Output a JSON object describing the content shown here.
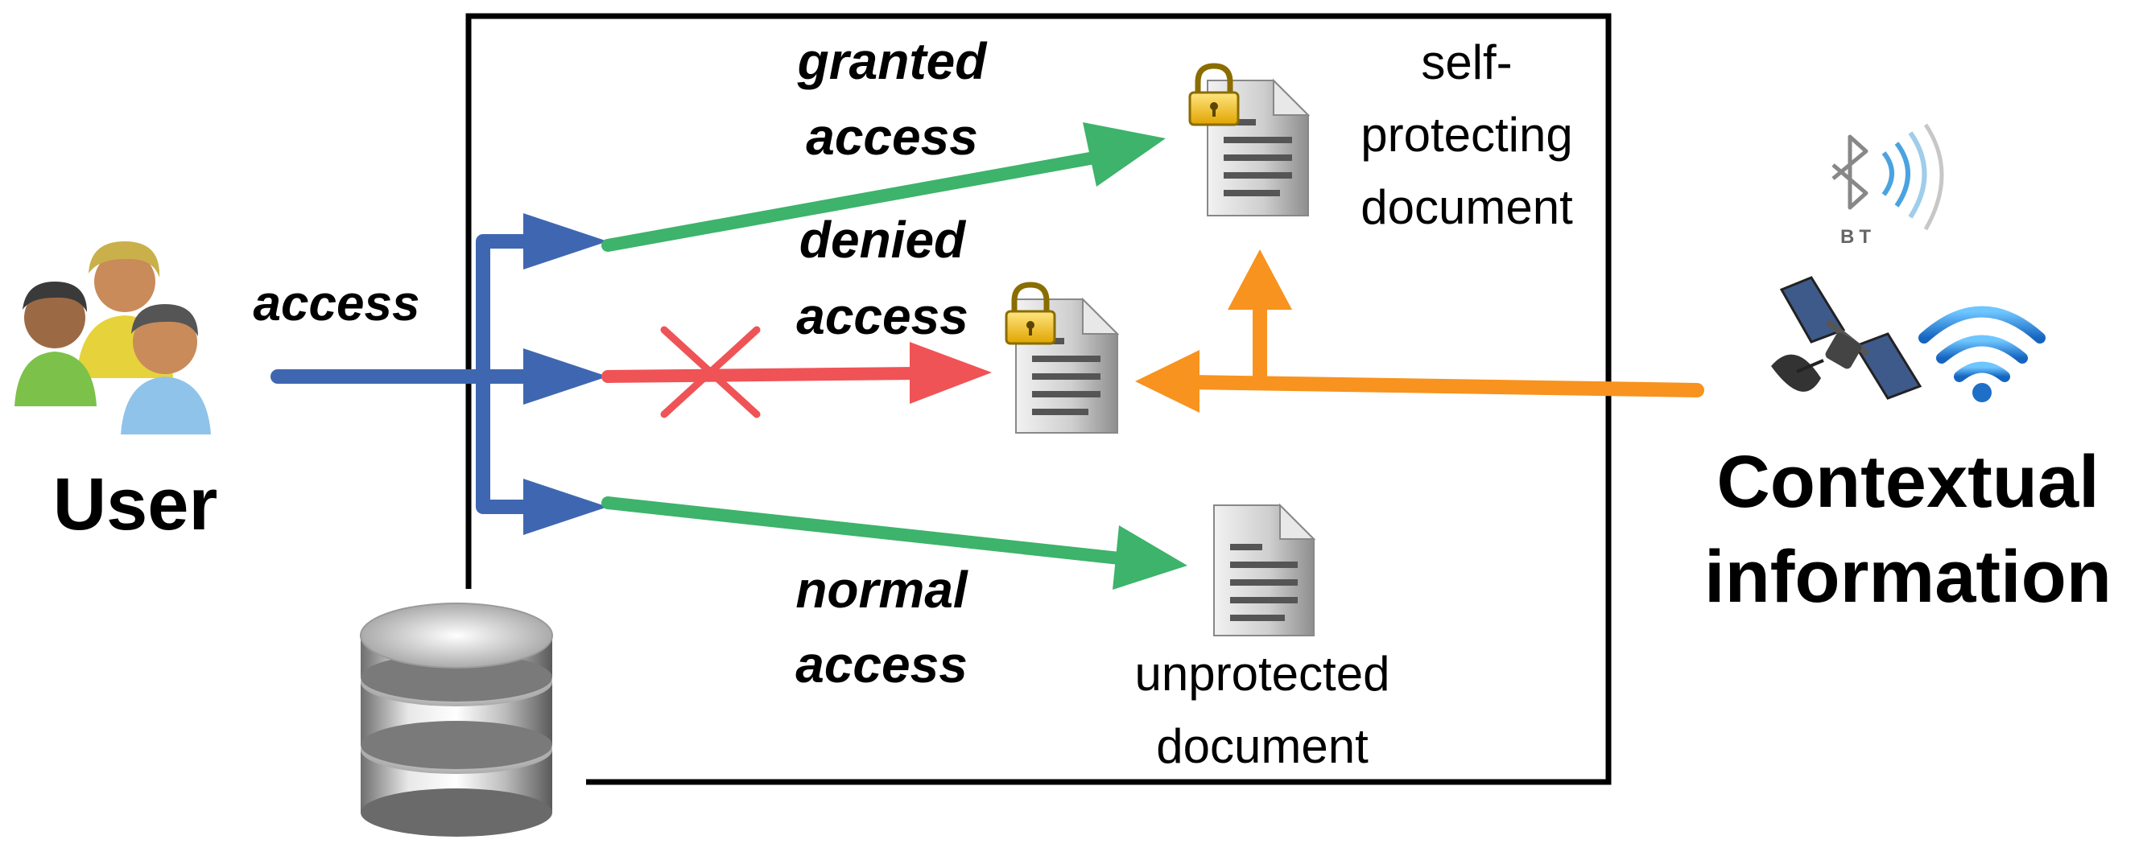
{
  "user": {
    "label": "User",
    "access_label": "access"
  },
  "branches": {
    "granted": {
      "line1": "granted",
      "line2": "access"
    },
    "denied": {
      "line1": "denied",
      "line2": "access"
    },
    "normal": {
      "line1": "normal",
      "line2": "access"
    }
  },
  "documents": {
    "protected": {
      "line1": "self-",
      "line2": "protecting",
      "line3": "document"
    },
    "unprotected": {
      "line1": "unprotected",
      "line2": "document"
    }
  },
  "context": {
    "line1": "Contextual",
    "line2": "information",
    "bluetooth_badge": "BT",
    "icons": [
      "bluetooth-icon",
      "satellite-icon",
      "wifi-icon"
    ]
  },
  "colors": {
    "user_flow": "#3f67b1",
    "granted": "#3db36b",
    "denied": "#ef5356",
    "context": "#f7931e",
    "frame": "#000000"
  }
}
